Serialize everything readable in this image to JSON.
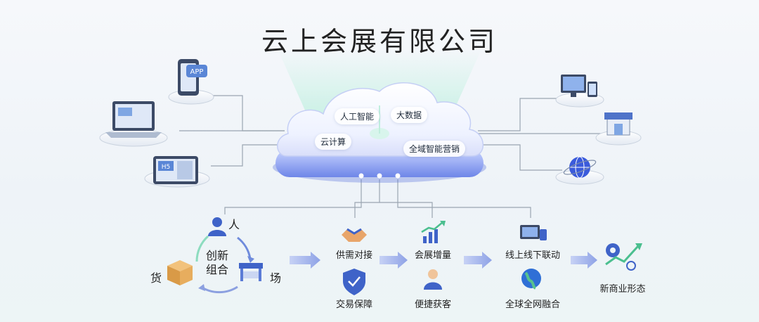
{
  "title": "云上会展有限公司",
  "cloud": {
    "labels": [
      "人工智能",
      "大数据",
      "云计算",
      "全域智能营销"
    ]
  },
  "cycle": {
    "center": "创新组合",
    "center_line1": "创新",
    "center_line2": "组合",
    "person": "人",
    "goods": "货",
    "venue": "场"
  },
  "flow": {
    "col1_top": "供需对接",
    "col1_bottom": "交易保障",
    "col2_top": "会展增量",
    "col2_bottom": "便捷获客",
    "col3_top": "线上线下联动",
    "col3_bottom": "全球全网融合",
    "result": "新商业形态"
  },
  "left_devices": {
    "app_badge": "APP",
    "tablet_badge": "H5"
  },
  "colors": {
    "accent_blue": "#3b5bdb",
    "cloud_glow": "#7ee0c5",
    "line_gray": "#9aa5b1"
  }
}
